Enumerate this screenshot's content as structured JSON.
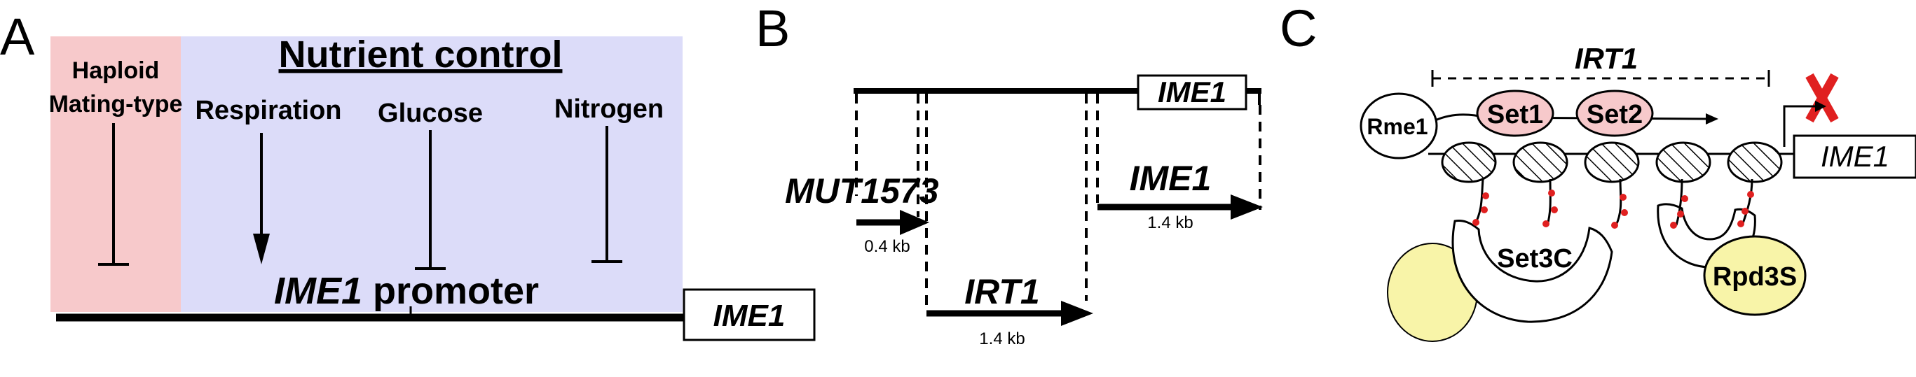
{
  "panelA": {
    "letter": "A",
    "haploid_line1": "Haploid",
    "haploid_line2": "Mating-type",
    "nutrient_control": "Nutrient control",
    "respiration": "Respiration",
    "glucose": "Glucose",
    "nitrogen": "Nitrogen",
    "promoter_gene": "IME1",
    "promoter_word": " promoter",
    "gene_box": "IME1",
    "colors": {
      "haploid_bg": "#f7c9cb",
      "nutrient_bg": "#dcdcf9",
      "line": "#000000"
    }
  },
  "panelB": {
    "letter": "B",
    "gene_box": "IME1",
    "mut_label": "MUT1573",
    "mut_size": "0.4 kb",
    "irt1_label": "IRT1",
    "irt1_size": "1.4 kb",
    "ime1_label": "IME1",
    "ime1_size": "1.4 kb"
  },
  "panelC": {
    "letter": "C",
    "irt1_label": "IRT1",
    "rme1": "Rme1",
    "set1": "Set1",
    "set2": "Set2",
    "ime1_box": "IME1",
    "set3c": "Set3C",
    "rpd3s": "Rpd3S",
    "colors": {
      "set_fill": "#f7c9cb",
      "yellow_fill": "#f8f4a8",
      "mark": "#e02020",
      "red_x": "#e02020"
    }
  }
}
